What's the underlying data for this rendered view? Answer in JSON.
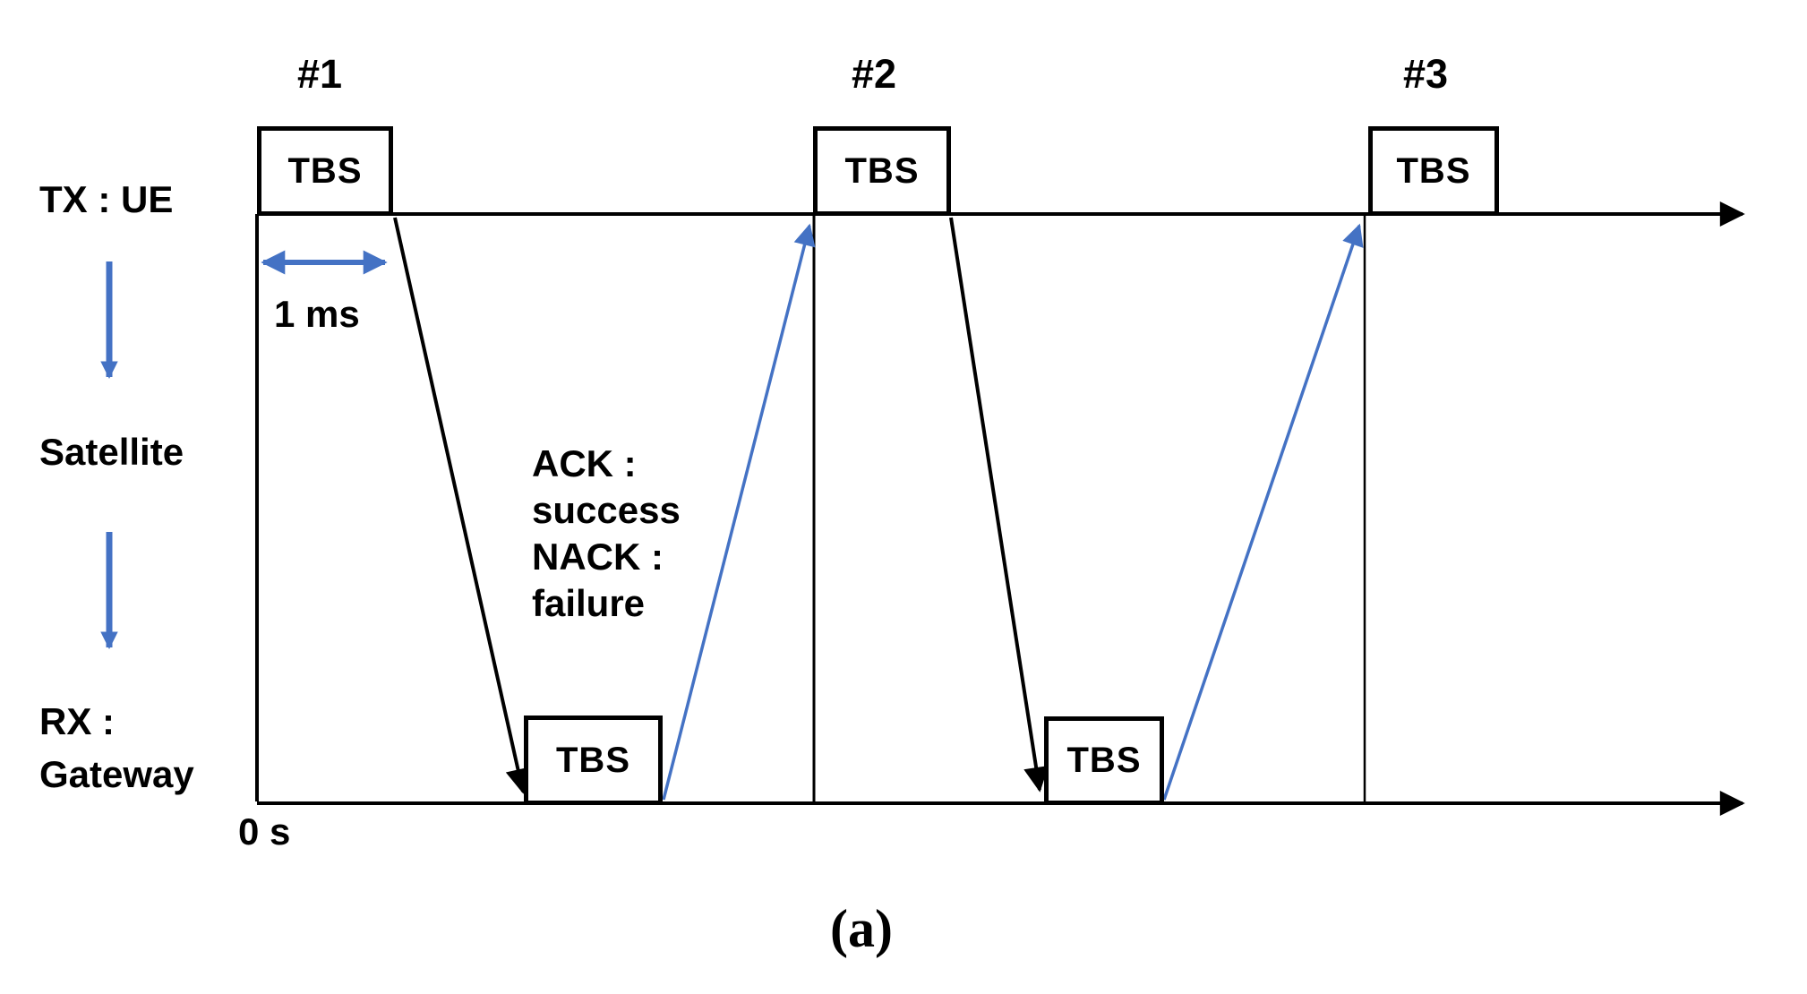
{
  "diagram": {
    "title_semantic": "HARQ TBS transmission timing over satellite link",
    "tx_label": "TX : UE",
    "satellite_label": "Satellite",
    "rx_label": [
      "RX :",
      "Gateway"
    ],
    "tbs_label": "TBS",
    "slot_labels": [
      "#1",
      "#2",
      "#3"
    ],
    "duration_label": "1 ms",
    "ack_legend": [
      "ACK :",
      "success",
      "NACK :",
      "failure"
    ],
    "origin_label": "0 s",
    "caption": "(a)",
    "colors": {
      "arrow_blue": "#4472C4",
      "line_black": "#000000"
    }
  }
}
